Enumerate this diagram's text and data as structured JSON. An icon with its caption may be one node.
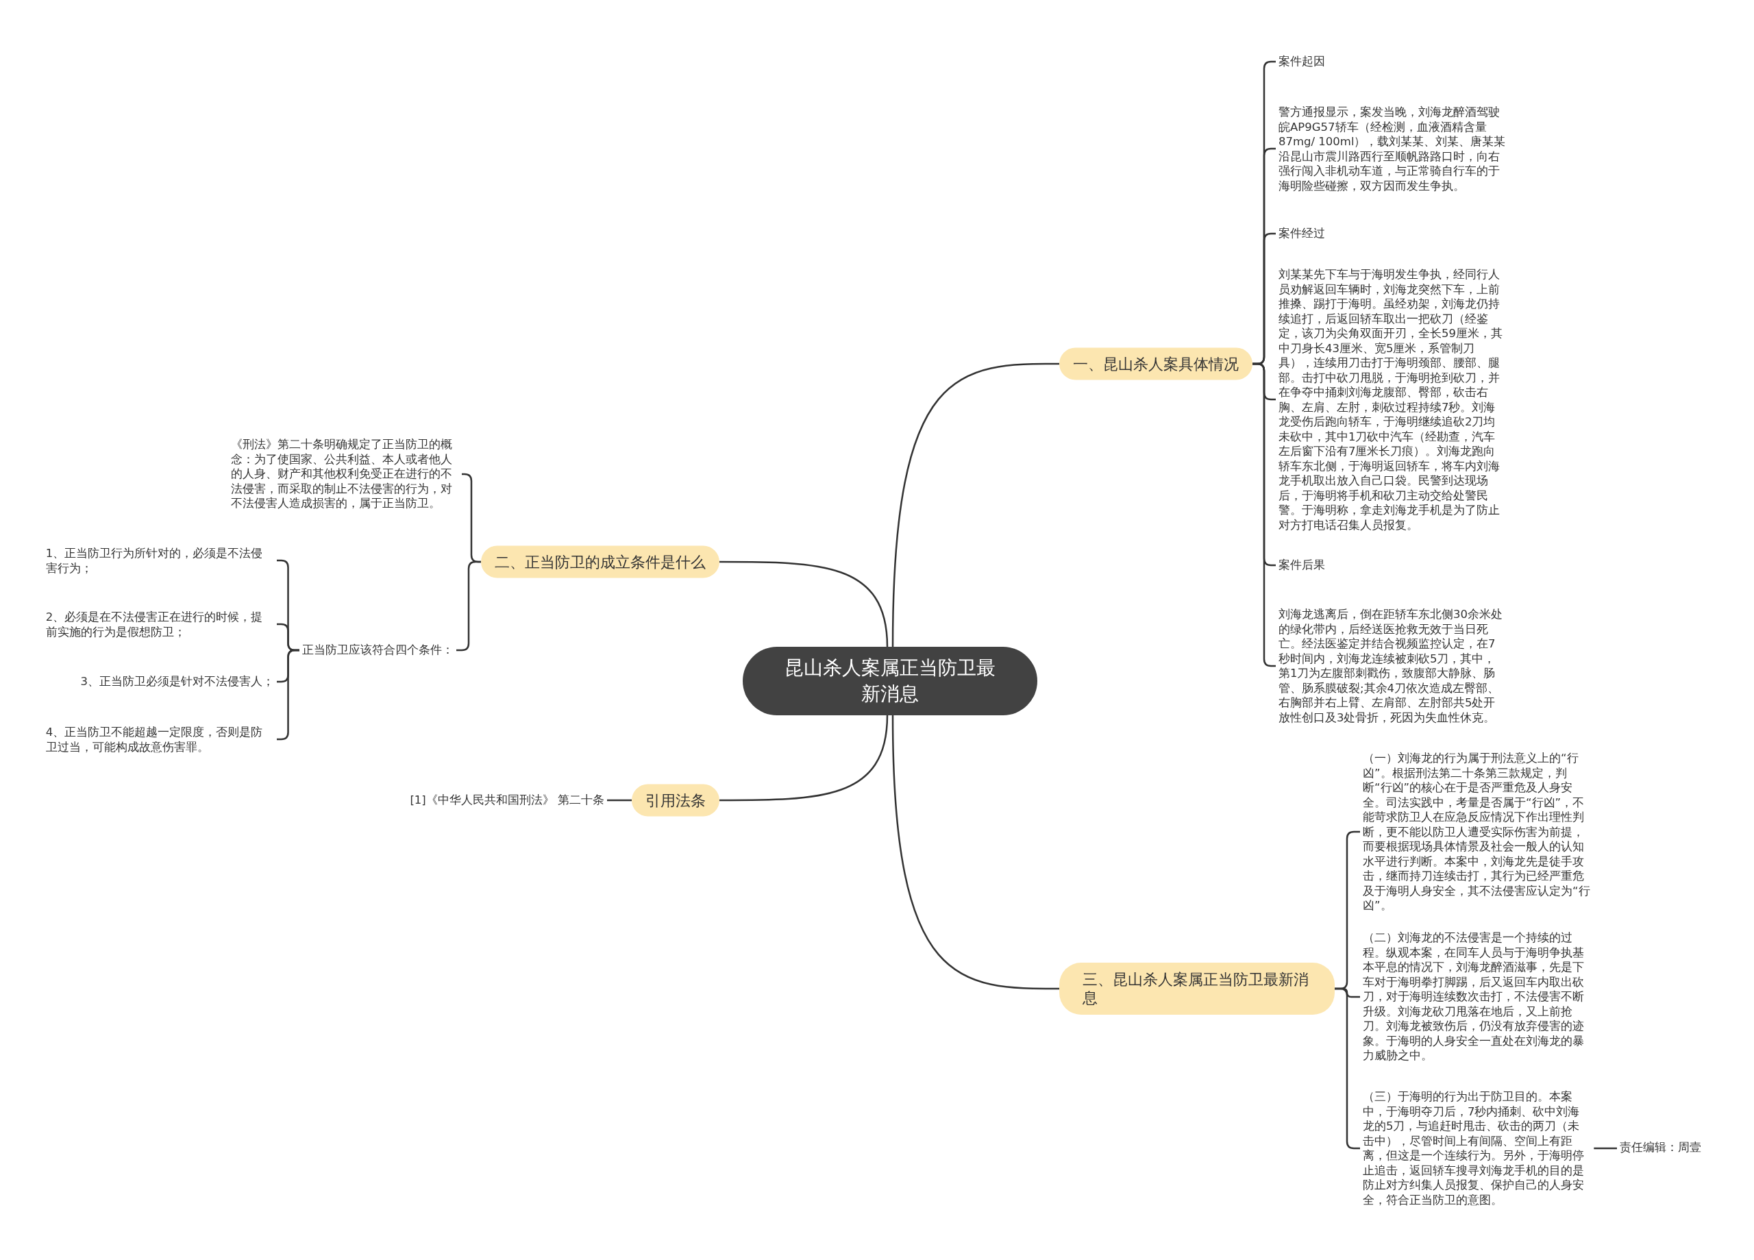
{
  "diagram": {
    "nodes": [
      {
        "text": [
          "昆山杀人案属正当防卫最新消息"
        ]
      },
      {
        "text": [
          "一、昆山杀人案具体情况"
        ]
      },
      {
        "text": [
          "案件起因"
        ]
      },
      {
        "text": [
          "警方通报显示，案发当晚，刘海龙醉酒驾驶皖AP9G57轿车（经检测，血液酒精含量87mg/ 100ml），载刘某某、刘某、唐某某沿昆山市震川路西行至顺帆路路口时，向右强行闯入非机动车道，与正常骑自行车的于海明险些碰擦，双方因而发生争执。"
        ]
      },
      {
        "text": [
          "案件经过"
        ]
      },
      {
        "text": [
          "刘某某先下车与于海明发生争执，经同行人员劝解返回车辆时，刘海龙突然下车，上前推搡、踢打于海明。虽经劝架，刘海龙仍持续追打，后返回轿车取出一把砍刀（经鉴定，该刀为尖角双面开刃，全长59厘米，其中刀身长43厘米、宽5厘米，系管制刀具），连续用刀击打于海明颈部、腰部、腿部。击打中砍刀甩脱，于海明抢到砍刀，并在争夺中捅刺刘海龙腹部、臀部，砍击右胸、左肩、左肘，刺砍过程持续7秒。刘海龙受伤后跑向轿车，于海明继续追砍2刀均未砍中，其中1刀砍中汽车（经勘查，汽车左后窗下沿有7厘米长刀痕）。刘海龙跑向轿车东北侧，于海明返回轿车，将车内刘海龙手机取出放入自己口袋。民警到达现场后，于海明将手机和砍刀主动交给处警民警。于海明称，拿走刘海龙手机是为了防止对方打电话召集人员报复。"
        ]
      },
      {
        "text": [
          "案件后果"
        ]
      },
      {
        "text": [
          "刘海龙逃离后，倒在距轿车东北侧30余米处的绿化带内，后经送医抢救无效于当日死亡。经法医鉴定并结合视频监控认定，在7秒时间内，刘海龙连续被刺砍5刀，其中，第1刀为左腹部刺戳伤，致腹部大静脉、肠管、肠系膜破裂;其余4刀依次造成左臀部、右胸部并右上臂、左肩部、左肘部共5处开放性创口及3处骨折，死因为失血性休克。"
        ]
      },
      {
        "text": [
          "二、正当防卫的成立条件是什么"
        ]
      },
      {
        "text": [
          "《刑法》第二十条明确规定了正当防卫的概念：为了使国家、公共利益、本人或者他人的人身、财产和其他权利免受正在进行的不法侵害，而采取的制止不法侵害的行为，对不法侵害人造成损害的，属于正当防卫。"
        ]
      },
      {
        "text": [
          "正当防卫应该符合四个条件："
        ]
      },
      {
        "text": [
          "1、正当防卫行为所针对的，必须是不法侵害行为；"
        ]
      },
      {
        "text": [
          "2、必须是在不法侵害正在进行的时候，提前实施的行为是假想防卫；"
        ]
      },
      {
        "text": [
          "3、正当防卫必须是针对不法侵害人；"
        ]
      },
      {
        "text": [
          "4、正当防卫不能超越一定限度，否则是防卫过当，可能构成故意伤害罪。"
        ]
      },
      {
        "text": [
          "引用法条"
        ]
      },
      {
        "text": [
          "[1]《中华人民共和国刑法》 第二十条"
        ]
      },
      {
        "text": [
          "三、昆山杀人案属正当防卫最新消息"
        ]
      },
      {
        "text": [
          "（一）刘海龙的行为属于刑法意义上的“行凶”。根据刑法第二十条第三款规定，判断“行凶”的核心在于是否严重危及人身安全。司法实践中，考量是否属于“行凶”，不能苛求防卫人在应急反应情况下作出理性判断，更不能以防卫人遭受实际伤害为前提，而要根据现场具体情景及社会一般人的认知水平进行判断。本案中，刘海龙先是徒手攻击，继而持刀连续击打，其行为已经严重危及于海明人身安全，其不法侵害应认定为“行凶”。"
        ]
      },
      {
        "text": [
          "（二）刘海龙的不法侵害是一个持续的过程。纵观本案，在同车人员与于海明争执基本平息的情况下，刘海龙醉酒滋事，先是下车对于海明拳打脚踢，后又返回车内取出砍刀，对于海明连续数次击打，不法侵害不断升级。刘海龙砍刀甩落在地后，又上前抢刀。刘海龙被致伤后，仍没有放弃侵害的迹象。于海明的人身安全一直处在刘海龙的暴力威胁之中。"
        ]
      },
      {
        "text": [
          "（三）于海明的行为出于防卫目的。本案中，于海明夺刀后，7秒内捅刺、砍中刘海龙的5刀，与追赶时甩击、砍击的两刀（未击中），尽管时间上有间隔、空间上有距离，但这是一个连续行为。另外，于海明停止追击，返回轿车搜寻刘海龙手机的目的是防止对方纠集人员报复、保护自己的人身安全，符合正当防卫的意图。"
        ]
      },
      {
        "text": [
          "责任编辑：周壹"
        ]
      }
    ],
    "edges": [
      {
        "from": 0,
        "to": 1,
        "arrow": "none"
      },
      {
        "from": 1,
        "to": 2,
        "arrow": "none"
      },
      {
        "from": 1,
        "to": 3,
        "arrow": "none"
      },
      {
        "from": 1,
        "to": 4,
        "arrow": "none"
      },
      {
        "from": 1,
        "to": 5,
        "arrow": "none"
      },
      {
        "from": 1,
        "to": 6,
        "arrow": "none"
      },
      {
        "from": 1,
        "to": 7,
        "arrow": "none"
      },
      {
        "from": 0,
        "to": 8,
        "arrow": "none"
      },
      {
        "from": 8,
        "to": 9,
        "arrow": "none"
      },
      {
        "from": 8,
        "to": 10,
        "arrow": "none"
      },
      {
        "from": 10,
        "to": 11,
        "arrow": "none"
      },
      {
        "from": 10,
        "to": 12,
        "arrow": "none"
      },
      {
        "from": 10,
        "to": 13,
        "arrow": "none"
      },
      {
        "from": 10,
        "to": 14,
        "arrow": "none"
      },
      {
        "from": 0,
        "to": 15,
        "arrow": "none"
      },
      {
        "from": 15,
        "to": 16,
        "arrow": "none"
      },
      {
        "from": 0,
        "to": 17,
        "arrow": "none"
      },
      {
        "from": 17,
        "to": 18,
        "arrow": "none"
      },
      {
        "from": 17,
        "to": 19,
        "arrow": "none"
      },
      {
        "from": 17,
        "to": 20,
        "arrow": "none"
      },
      {
        "from": 20,
        "to": 21,
        "arrow": "none"
      }
    ]
  }
}
